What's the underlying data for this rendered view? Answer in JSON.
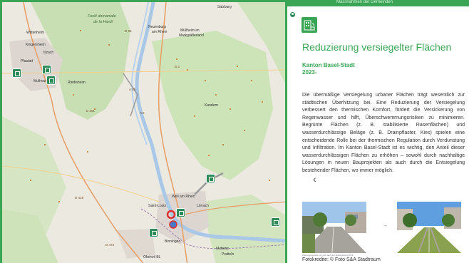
{
  "map": {
    "labels": {
      "salzburg": "Salzburg",
      "foret": "Forêt domaniale",
      "de_la_hardt": "de la Hardt",
      "wittenheim": "Wittenheim",
      "kingersheim": "Kingersheim",
      "illzach": "Illzach",
      "pfastatt": "Pfastatt",
      "mulhouse": "Mulhouse",
      "riedisheim": "Riedisheim",
      "neuenburg": "Neuenburg",
      "am_rhein": "am Rhein",
      "mullheim": "Müllheim im",
      "markgraflerland": "Markgräflerland",
      "kandern": "Kandern",
      "weil_am_rhein": "Weil am Rhein",
      "saint_louis": "Saint-Louis",
      "lorrach": "Lörrach",
      "binningen": "Binningen",
      "muttenz": "Muttenz",
      "pratteln": "Pratteln",
      "oberwil": "Oberwil BL",
      "road_d201": "D 201",
      "road_d419": "D 419",
      "road_d473": "D 473",
      "road_a35": "A 35",
      "road_b3": "B 3",
      "road_a5": "A 5",
      "road_d66": "D 66"
    }
  },
  "panel": {
    "topbar_text": "Massnahmen der Gemeinden",
    "title": "Reduzierung versiegelter Flächen",
    "subtitle_line1": "Kanton Basel-Stadt",
    "subtitle_line2": "2023-",
    "body": "Die übermäßige Versiegelung urbaner Flächen trägt wesentlich zur städtischen Überhitzung bei. Eine Reduzierung der Versiegelung verbessert den thermischen Komfort, fördert die Versickerung von Regenwasser und hilft, Überschwemmungsrisiken zu minimieren. Begrünte Flächen (z. B. stabilisierte Rasenflächen) und wasserdurchlässige Beläge (z. B. Drainpflaster, Kies) spielen eine entscheidende Rolle bei der thermischen Regulation durch Verdunstung und Infiltration. Im Kanton Basel-Stadt ist es wichtig, den Anteil dieser wasserdurchlässigen Flächen zu erhöhen – sowohl durch nachhaltige Lösungen in neuen Bauprojekten als auch durch die Entsiegelung bestehender Flächen, wo immer möglich.",
    "arrow_between": "→",
    "image_caption": "Wartungsstrasse vor und nach der Entsiegelung 2019",
    "credit": "Fotokredite: © Foto S&A Stadtraum",
    "nav_prev": "‹"
  },
  "colors": {
    "accent": "#3aa655"
  }
}
